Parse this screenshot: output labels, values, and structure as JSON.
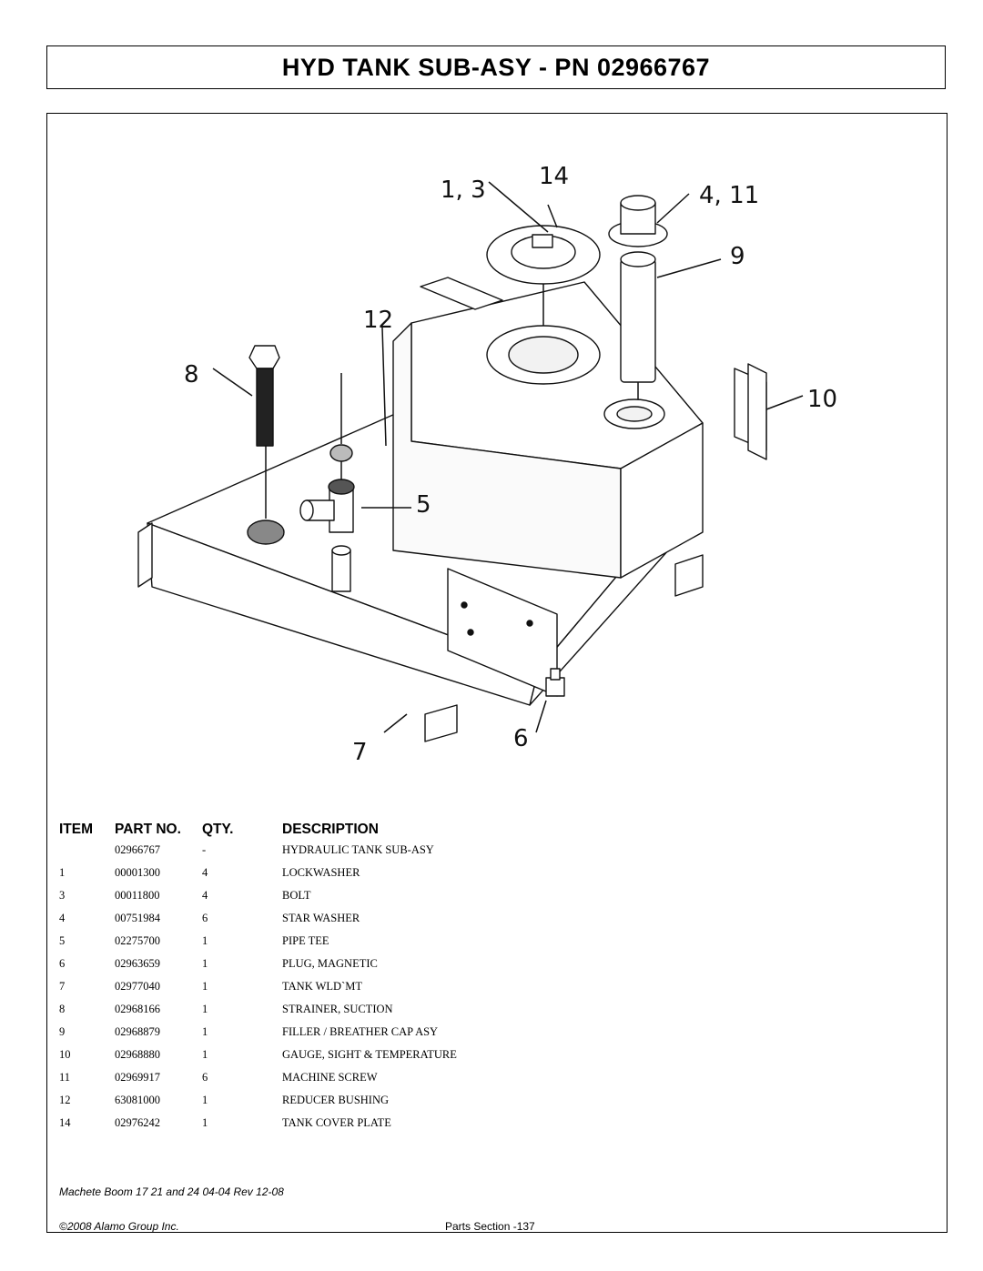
{
  "title": "HYD TANK SUB-ASY - PN 02966767",
  "diagram": {
    "callouts": [
      "1, 3",
      "14",
      "4, 11",
      "9",
      "12",
      "8",
      "10",
      "5",
      "7",
      "6"
    ]
  },
  "table": {
    "headers": {
      "item": "ITEM",
      "part_no": "PART NO.",
      "qty": "QTY.",
      "description": "DESCRIPTION"
    },
    "rows": [
      {
        "item": "",
        "part": "02966767",
        "qty": "-",
        "desc": "HYDRAULIC TANK SUB-ASY"
      },
      {
        "item": "1",
        "part": "00001300",
        "qty": "4",
        "desc": "LOCKWASHER"
      },
      {
        "item": "3",
        "part": "00011800",
        "qty": "4",
        "desc": "BOLT"
      },
      {
        "item": "4",
        "part": "00751984",
        "qty": "6",
        "desc": "STAR WASHER"
      },
      {
        "item": "5",
        "part": "02275700",
        "qty": "1",
        "desc": "PIPE TEE"
      },
      {
        "item": "6",
        "part": "02963659",
        "qty": "1",
        "desc": "PLUG, MAGNETIC"
      },
      {
        "item": "7",
        "part": "02977040",
        "qty": "1",
        "desc": "TANK WLD`MT"
      },
      {
        "item": "8",
        "part": "02968166",
        "qty": "1",
        "desc": "STRAINER, SUCTION"
      },
      {
        "item": "9",
        "part": "02968879",
        "qty": "1",
        "desc": "FILLER / BREATHER CAP ASY"
      },
      {
        "item": "10",
        "part": "02968880",
        "qty": "1",
        "desc": "GAUGE, SIGHT & TEMPERATURE"
      },
      {
        "item": "11",
        "part": "02969917",
        "qty": "6",
        "desc": "MACHINE SCREW"
      },
      {
        "item": "12",
        "part": "63081000",
        "qty": "1",
        "desc": "REDUCER BUSHING"
      },
      {
        "item": "14",
        "part": "02976242",
        "qty": "1",
        "desc": "TANK COVER PLATE"
      }
    ]
  },
  "footer": {
    "doc": "Machete Boom 17 21 and 24 04-04 Rev 12-08",
    "copyright": "©2008 Alamo Group Inc.",
    "page": "Parts Section -137"
  }
}
